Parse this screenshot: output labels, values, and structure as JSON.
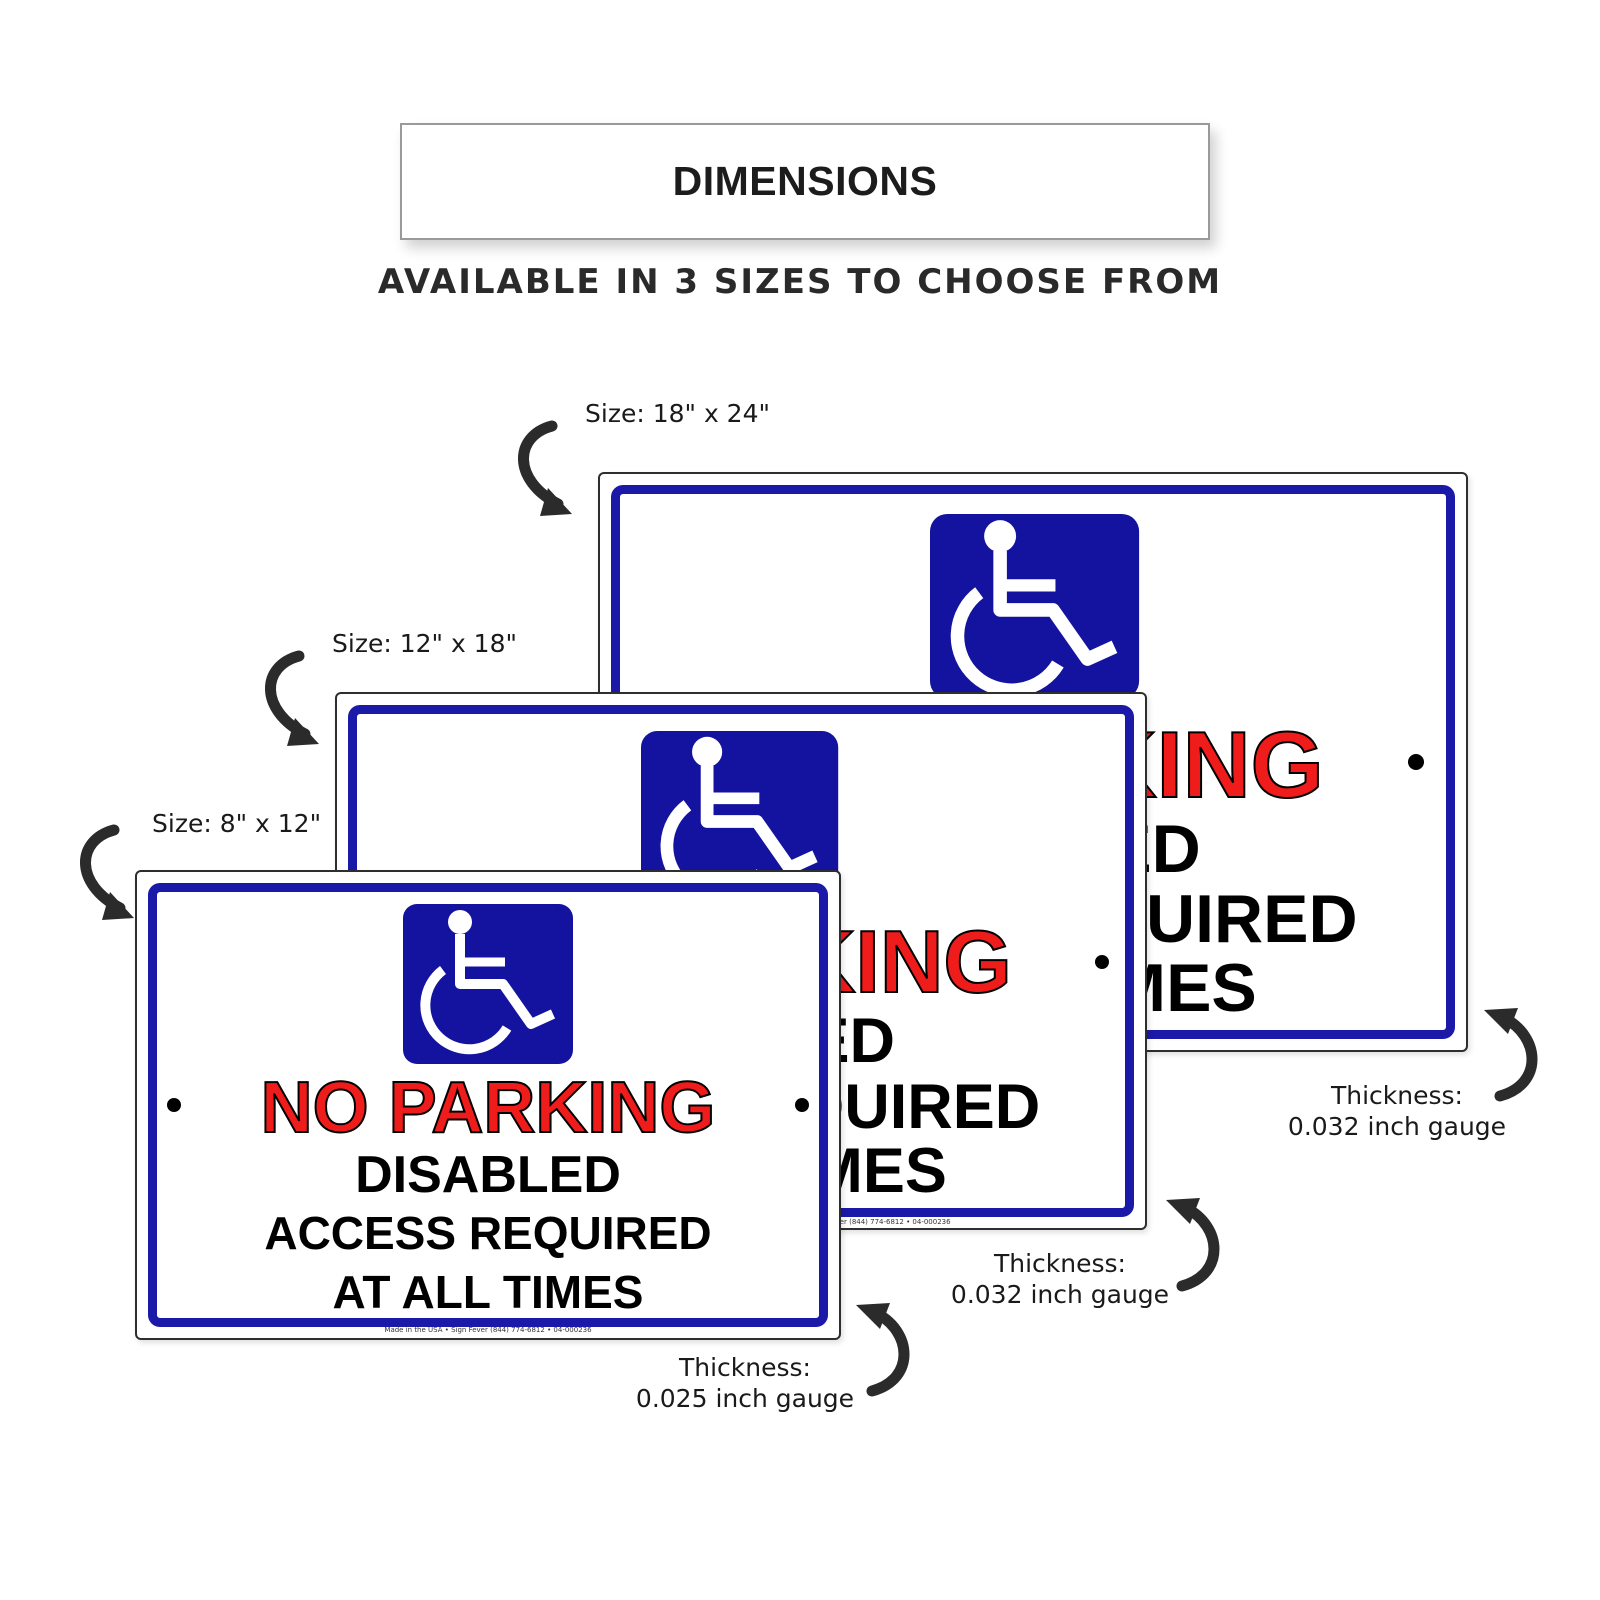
{
  "header": {
    "title": "DIMENSIONS",
    "subtitle": "AVAILABLE IN 3 SIZES TO CHOOSE FROM"
  },
  "sign_text": {
    "line1": "NO PARKING",
    "line2": "DISABLED",
    "line3": "ACCESS REQUIRED",
    "line4": "AT ALL TIMES",
    "footer": "Made in the USA • Sign Fever (844) 774-6812 • 04-000236"
  },
  "sizes": [
    {
      "size": "Size: 18\" x 24\"",
      "thickness_label": "Thickness:",
      "thickness_value": "0.032 inch gauge"
    },
    {
      "size": "Size: 12\" x 18\"",
      "thickness_label": "Thickness:",
      "thickness_value": "0.032 inch gauge"
    },
    {
      "size": "Size: 8\" x 12\"",
      "thickness_label": "Thickness:",
      "thickness_value": "0.025 inch gauge"
    }
  ],
  "colors": {
    "border_blue": "#1b1aa8",
    "text_red": "#ef1c1c",
    "text_black": "#000000"
  },
  "icons": [
    "wheelchair-icon",
    "curved-arrow-icon"
  ]
}
